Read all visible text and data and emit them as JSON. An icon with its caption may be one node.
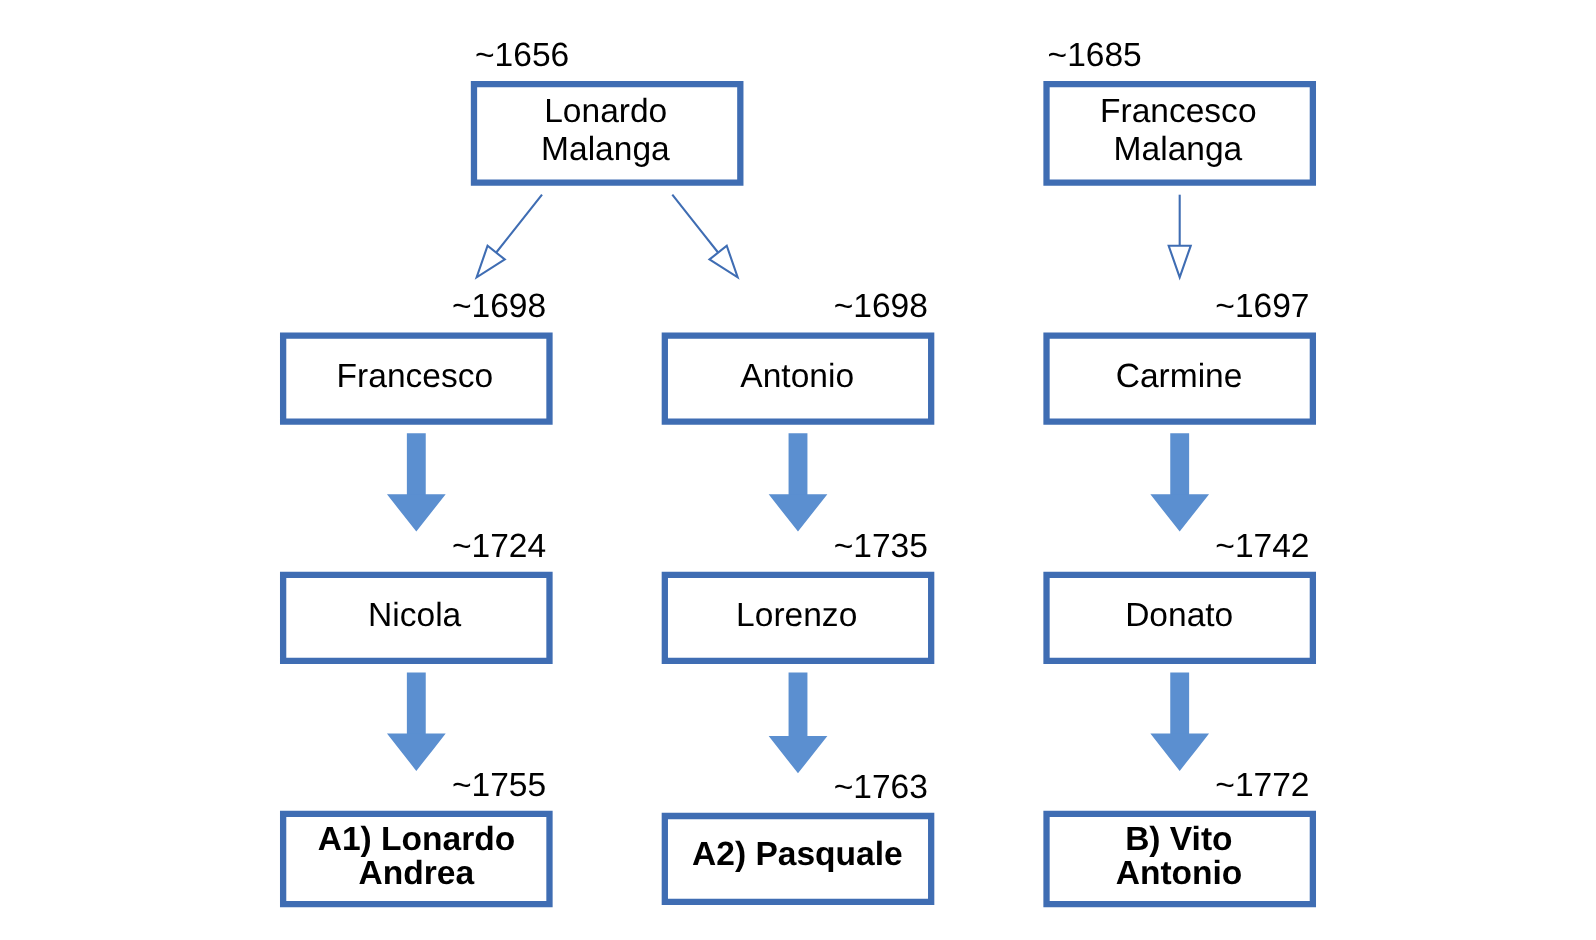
{
  "diagram": {
    "nodes": [
      {
        "text": [
          "Lonardo Malanga"
        ],
        "beside": [
          "~1656"
        ]
      },
      {
        "text": [
          "Francesco"
        ],
        "beside": [
          "~1698"
        ]
      },
      {
        "text": [
          "Antonio"
        ],
        "beside": [
          "~1698"
        ]
      },
      {
        "text": [
          "Nicola"
        ],
        "beside": [
          "~1724"
        ]
      },
      {
        "text": [
          "Lorenzo"
        ],
        "beside": [
          "~1735"
        ]
      },
      {
        "text": [
          "A1) Lonardo Andrea"
        ],
        "beside": [
          "~1755"
        ]
      },
      {
        "text": [
          "A2) Pasquale"
        ],
        "beside": [
          "~1763"
        ]
      },
      {
        "text": [
          "Francesco Malanga"
        ],
        "beside": [
          "~1685"
        ]
      },
      {
        "text": [
          "Carmine"
        ],
        "beside": [
          "~1697"
        ]
      },
      {
        "text": [
          "Donato"
        ],
        "beside": [
          "~1742"
        ]
      },
      {
        "text": [
          "B) Vito Antonio"
        ],
        "beside": [
          "~1772"
        ]
      }
    ],
    "edges": [
      {
        "from": 0,
        "to": 1,
        "arrow": "to",
        "color": "#3f6db3"
      },
      {
        "from": 0,
        "to": 2,
        "arrow": "to",
        "color": "#3f6db3"
      },
      {
        "from": 1,
        "to": 3,
        "arrow": "to"
      },
      {
        "from": 2,
        "to": 4,
        "arrow": "to"
      },
      {
        "from": 3,
        "to": 5,
        "arrow": "to"
      },
      {
        "from": 4,
        "to": 6,
        "arrow": "to"
      },
      {
        "from": 7,
        "to": 8,
        "arrow": "to",
        "color": "#3f6db3"
      },
      {
        "from": 8,
        "to": 9,
        "arrow": "to"
      },
      {
        "from": 9,
        "to": 10,
        "arrow": "to"
      }
    ]
  }
}
